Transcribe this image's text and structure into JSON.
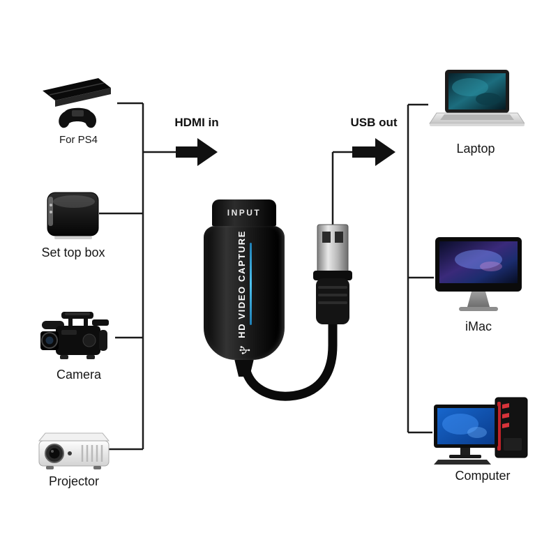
{
  "diagram": {
    "source_devices": [
      {
        "label": "For PS4"
      },
      {
        "label": "Set top box"
      },
      {
        "label": "Camera"
      },
      {
        "label": "Projector"
      }
    ],
    "output_devices": [
      {
        "label": "Laptop"
      },
      {
        "label": "iMac"
      },
      {
        "label": "Computer"
      }
    ],
    "hdmi_arrow_label": "HDMI in",
    "usb_arrow_label": "USB out",
    "capture_device": {
      "port_label": "INPUT",
      "body_label": "HD VIDEO CAPTURE"
    },
    "colors": {
      "line": "#1a1a1a",
      "arrow": "#111111",
      "accent_blue": "#4fc3f0",
      "background": "#ffffff"
    }
  }
}
